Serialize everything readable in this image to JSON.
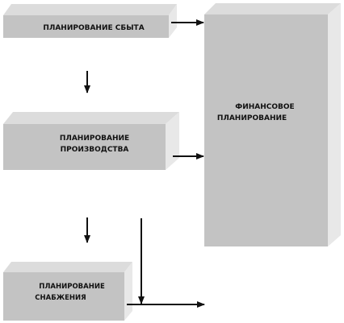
{
  "boxes": {
    "sales": {
      "line1": "ПЛАНИРОВАНИЕ  СБЫТА"
    },
    "production": {
      "line1": "ПЛАНИРОВАНИЕ",
      "line2": "ПРОИЗВОДСТВА"
    },
    "supply": {
      "line1": "ПЛАНИРОВАНИЕ",
      "line2": "СНАБЖЕНИЯ"
    },
    "finance": {
      "line1": "ФИНАНСОВОЕ",
      "line2": "ПЛАНИРОВАНИЕ"
    }
  },
  "colors": {
    "front": "#c3c3c3",
    "top": "#dcdcdc",
    "side": "#e8e8e8",
    "line": "#111111"
  }
}
